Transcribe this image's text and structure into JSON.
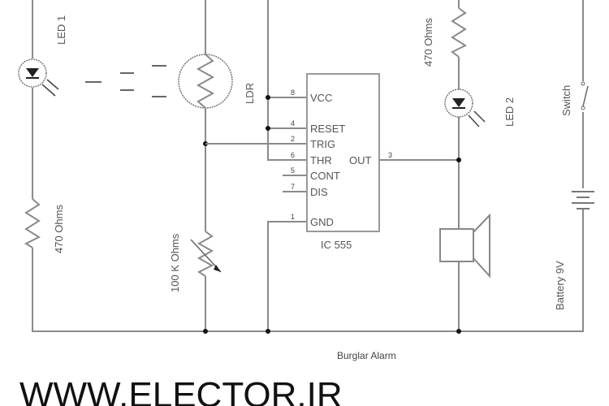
{
  "diagram": {
    "title": "Burglar Alarm",
    "watermark": "WWW.ELECTOR.IR",
    "components": {
      "led1": "LED 1",
      "r1": "470 Ohms",
      "ldr": "LDR",
      "pot": "100 K Ohms",
      "ic": "IC 555",
      "r2": "470 Ohms",
      "led2": "LED 2",
      "switch": "Switch",
      "battery": "Battery 9V"
    },
    "ic_pins": [
      {
        "name": "VCC",
        "num": "8"
      },
      {
        "name": "RESET",
        "num": "4"
      },
      {
        "name": "TRIG",
        "num": "2"
      },
      {
        "name": "THR",
        "num": "6"
      },
      {
        "name": "CONT",
        "num": "5"
      },
      {
        "name": "DIS",
        "num": "7"
      },
      {
        "name": "GND",
        "num": "1"
      }
    ],
    "output_pin": {
      "name": "OUT",
      "num": "3"
    }
  }
}
